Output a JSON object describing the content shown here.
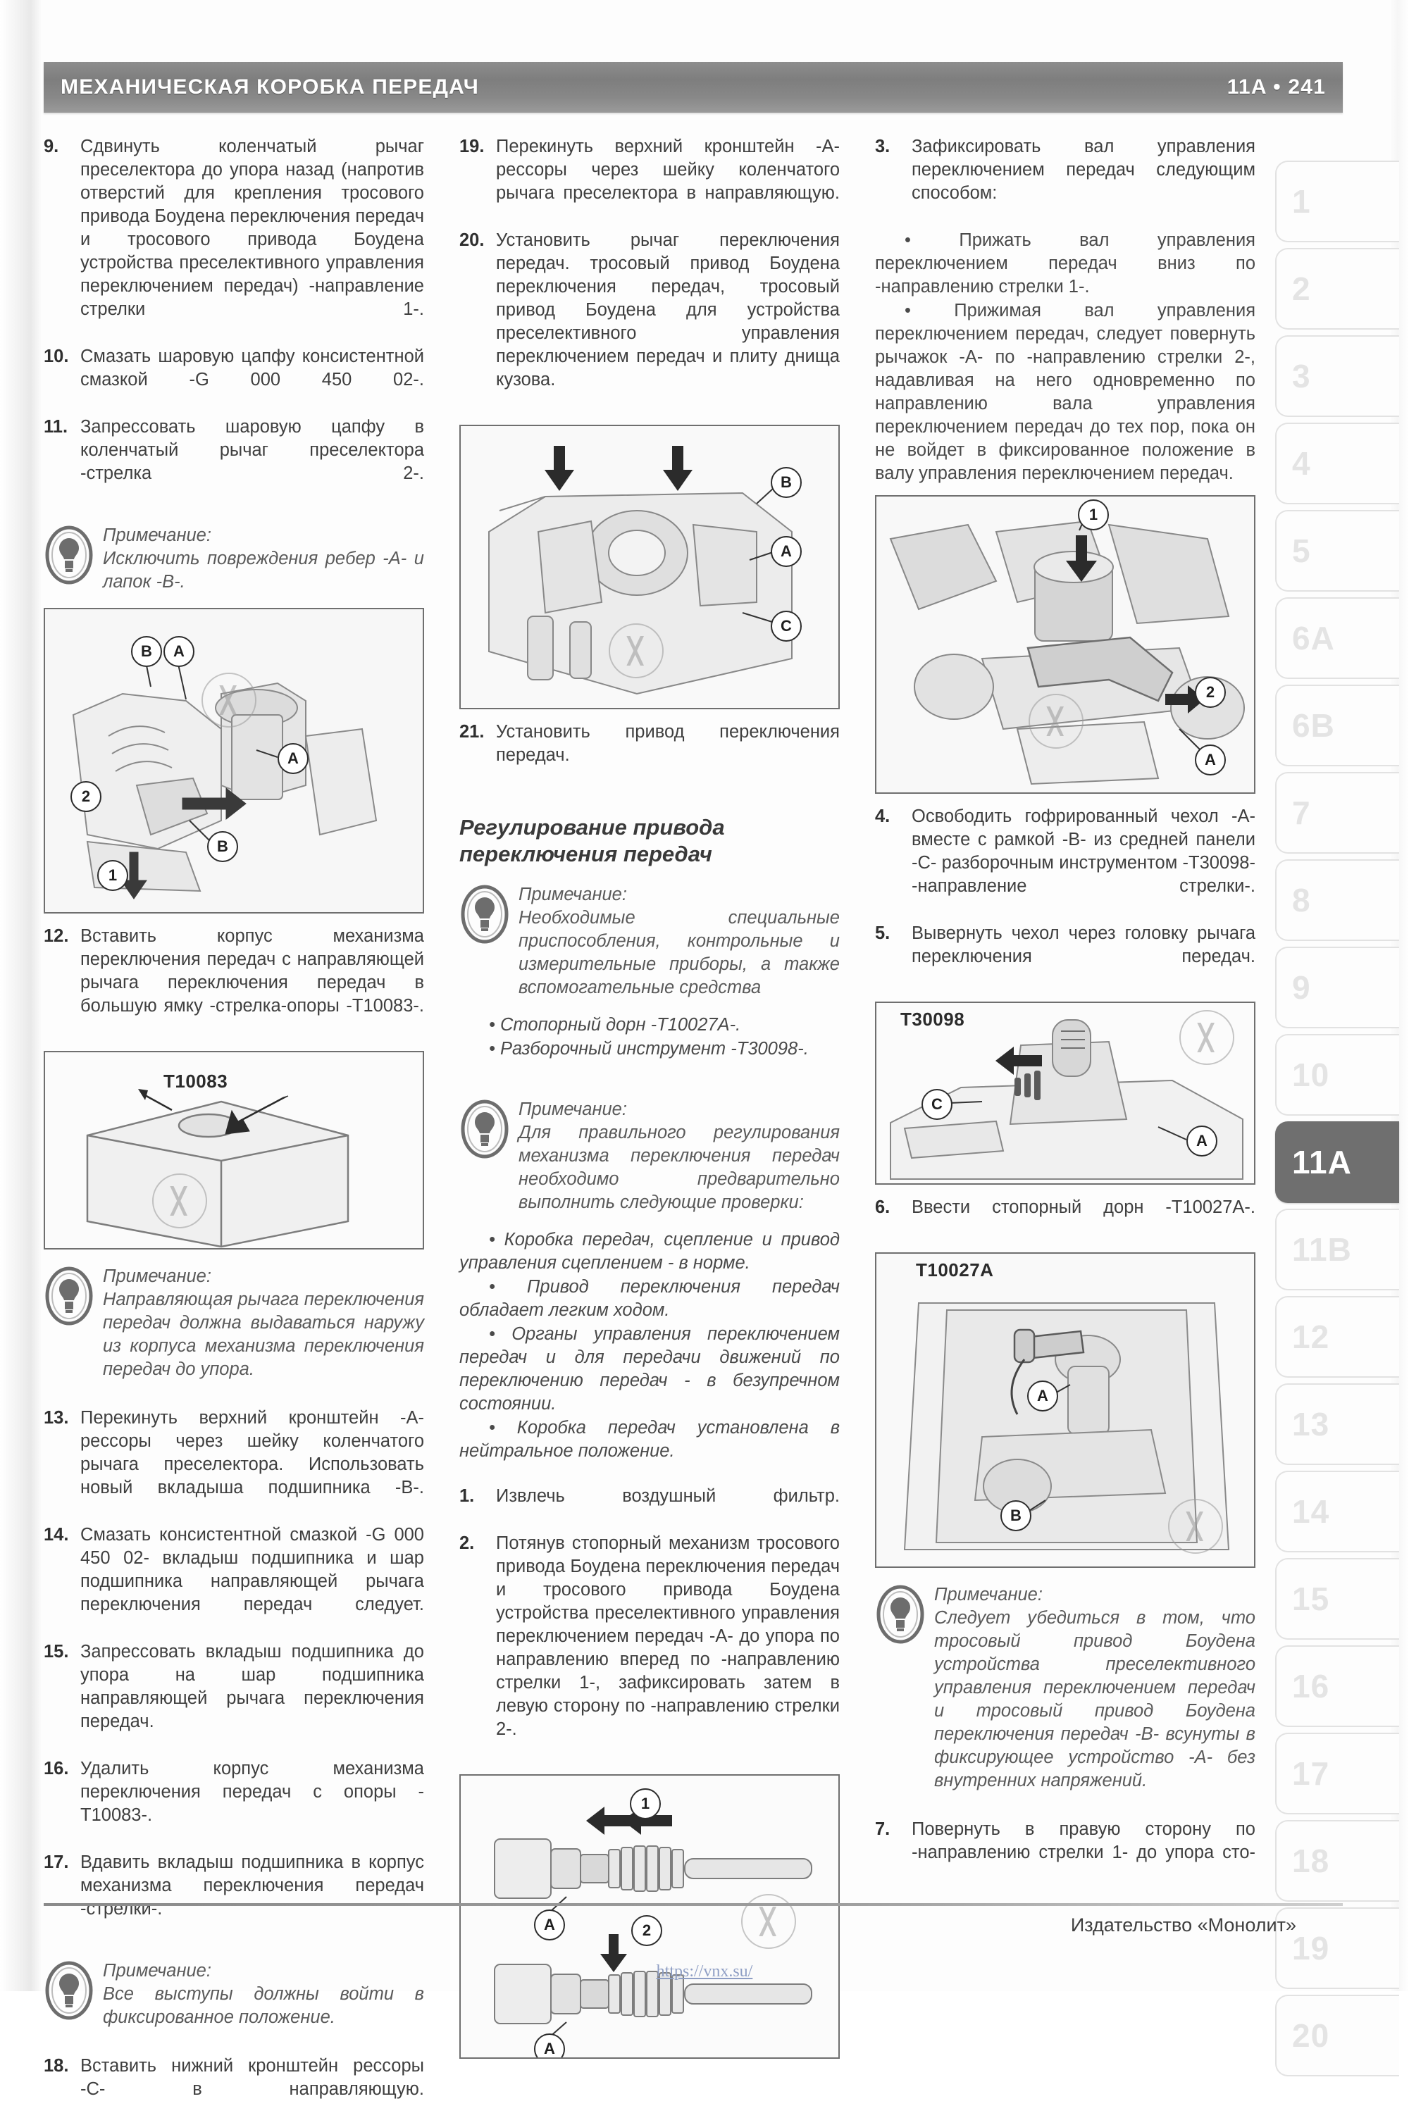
{
  "header": {
    "title": "МЕХАНИЧЕСКАЯ КОРОБКА ПЕРЕДАЧ",
    "page_ref": "11A • 241"
  },
  "column1": {
    "step9_num": "9.",
    "step9_text": "Сдвинуть коленчатый рычаг преселектора до упора назад (напротив отверстий для крепления тросового привода Боудена переключения передач и тросового привода Боудена устройства преселективного управления переключением передач) -направление стрелки 1-.",
    "step10_num": "10.",
    "step10_text": "Смазать шаровую цапфу консистентной смазкой -G 000 450 02-.",
    "step11_num": "11.",
    "step11_text": "Запрессовать шаровую цапфу в коленчатый рычаг преселектора -стрелка 2-.",
    "note1_title": "Примечание:",
    "note1_text": "Исключить повреждения ребер -А- и лапок -В-.",
    "fig1_callouts": [
      "A",
      "B",
      "A",
      "B",
      "1",
      "2"
    ],
    "step12_num": "12.",
    "step12_text": "Вставить корпус механизма переключения передач с направляющей рычага переключения передач в большую ямку -стрелка-опоры -T10083-.",
    "fig2_tool_label": "T10083",
    "note2_title": "Примечание:",
    "note2_text": "Направляющая рычага переключения передач должна выдаваться наружу из корпуса механизма переключения передач до упора.",
    "step13_num": "13.",
    "step13_text": "Перекинуть верхний кронштейн -А- рессоры через шейку коленчатого рычага преселектора. Использовать новый вкладыша подшипника -В-.",
    "step14_num": "14.",
    "step14_text": "Смазать консистентной смазкой -G 000 450 02- вкладыш подшипника и шар подшипника направляющей рычага переключения передач следует.",
    "step15_num": "15.",
    "step15_text": "Запрессовать вкладыш подшипника до упора на шар подшипника направляющей рычага переключения передач.",
    "step16_num": "16.",
    "step16_text": "Удалить корпус механизма переключения передач с опоры -T10083-.",
    "step17_num": "17.",
    "step17_text": "Вдавить вкладыш подшипника в корпус механизма переключения передач -стрелки-.",
    "note3_title": "Примечание:",
    "note3_text": "Все выступы должны войти в фиксированное положение.",
    "step18_num": "18.",
    "step18_text": "Вставить нижний кронштейн рессоры -С- в направляющую."
  },
  "column2": {
    "step19_num": "19.",
    "step19_text": "Перекинуть верхний кронштейн -А- рессоры через шейку коленчатого рычага преселектора в направляющую.",
    "step20_num": "20.",
    "step20_text": "Установить рычаг переключения передач. тросовый привод Боудена переключения передач, тросовый привод Боудена для устройства преселективного управления переключением передач и плиту днища кузова.",
    "fig3_callouts": [
      "A",
      "B",
      "C"
    ],
    "step21_num": "21.",
    "step21_text": "Установить привод переключения передач.",
    "section_heading": "Регулирование привода переключения передач",
    "note4_title": "Примечание:",
    "note4_text": "Необходимые специальные приспособления, контрольные и измерительные приборы, а также вспомогательные средства",
    "note4_bullet1": "Стопорный дорн -T10027A-.",
    "note4_bullet2": "Разборочный инструмент -T30098-.",
    "note5_title": "Примечание:",
    "note5_text": "Для правильного регулирования механизма переключения передач необходимо предварительно выполнить следующие проверки:",
    "note5_bullet1": "Коробка передач, сцепление и привод управления сцеплением - в норме.",
    "note5_bullet2": "Привод переключения передач обладает легким ходом.",
    "note5_bullet3": "Органы управления переключением передач и для передачи движений по переключению передач - в безупречном состоянии.",
    "note5_bullet4": "Коробка передач установлена в нейтральное положение.",
    "step1_num": "1.",
    "step1_text": "Извлечь воздушный фильтр.",
    "step2_num": "2.",
    "step2_text": "Потянув стопорный механизм тросового привода Боудена переключения передач и тросового привода Боудена устройства преселективного управления переключением передач -А- до упора по направлению вперед по -направлению стрелки 1-, зафиксировать затем в левую сторону по -направлению стрелки 2-.",
    "fig4_callouts": [
      "1",
      "A",
      "2",
      "A"
    ]
  },
  "column3": {
    "step3_num": "3.",
    "step3_text": "Зафиксировать вал управления переключением передач следующим способом:",
    "step3_bullet1": "Прижать вал управления переключением передач вниз по -направлению стрелки 1-.",
    "step3_bullet2": "Прижимая вал управления переключением передач, следует повернуть рычажок -А- по -направлению стрелки 2-, надавливая на него одновременно по направлению вала управления переключением передач до тех пор, пока он не войдет в фиксированное положение в валу управления переключением передач.",
    "fig5_callouts": [
      "1",
      "2",
      "A"
    ],
    "step4_num": "4.",
    "step4_text": "Освободить гофрированный чехол -А- вместе с рамкой -В- из средней панели -С- разборочным инструментом -T30098- -направление стрелки-.",
    "step5_num": "5.",
    "step5_text": "Вывернуть чехол через головку рычага переключения передач.",
    "fig6_tool_label": "T30098",
    "fig6_callouts": [
      "C",
      "A"
    ],
    "step6_num": "6.",
    "step6_text": "Ввести стопорный дорн -T10027A-.",
    "fig7_tool_label": "T10027A",
    "fig7_callouts": [
      "A",
      "B"
    ],
    "note6_title": "Примечание:",
    "note6_text": "Следует убедиться в том, что тросовый привод Боудена устройства преселективного управления переключением передач и тросовый привод Боудена переключения передач -В- всунуты в фиксирующее устройство -А- без внутренних напряжений.",
    "step7_num": "7.",
    "step7_text": "Повернуть в правую сторону по -направлению стрелки 1- до упора сто-"
  },
  "tabs": [
    {
      "label": "1",
      "active": false
    },
    {
      "label": "2",
      "active": false
    },
    {
      "label": "3",
      "active": false
    },
    {
      "label": "4",
      "active": false
    },
    {
      "label": "5",
      "active": false
    },
    {
      "label": "6A",
      "active": false
    },
    {
      "label": "6B",
      "active": false
    },
    {
      "label": "7",
      "active": false
    },
    {
      "label": "8",
      "active": false
    },
    {
      "label": "9",
      "active": false
    },
    {
      "label": "10",
      "active": false
    },
    {
      "label": "11A",
      "active": true
    },
    {
      "label": "11B",
      "active": false
    },
    {
      "label": "12",
      "active": false
    },
    {
      "label": "13",
      "active": false
    },
    {
      "label": "14",
      "active": false
    },
    {
      "label": "15",
      "active": false
    },
    {
      "label": "16",
      "active": false
    },
    {
      "label": "17",
      "active": false
    },
    {
      "label": "18",
      "active": false
    },
    {
      "label": "19",
      "active": false
    },
    {
      "label": "20",
      "active": false
    }
  ],
  "footer": {
    "publisher": "Издательство «Монолит»",
    "url": "https://vnx.su/"
  },
  "colors": {
    "header_bar": "#828282",
    "active_tab": "#6f6f6f",
    "text": "#3f3f3f",
    "note_text": "#5a5a5a",
    "url": "#8e9ec4"
  }
}
